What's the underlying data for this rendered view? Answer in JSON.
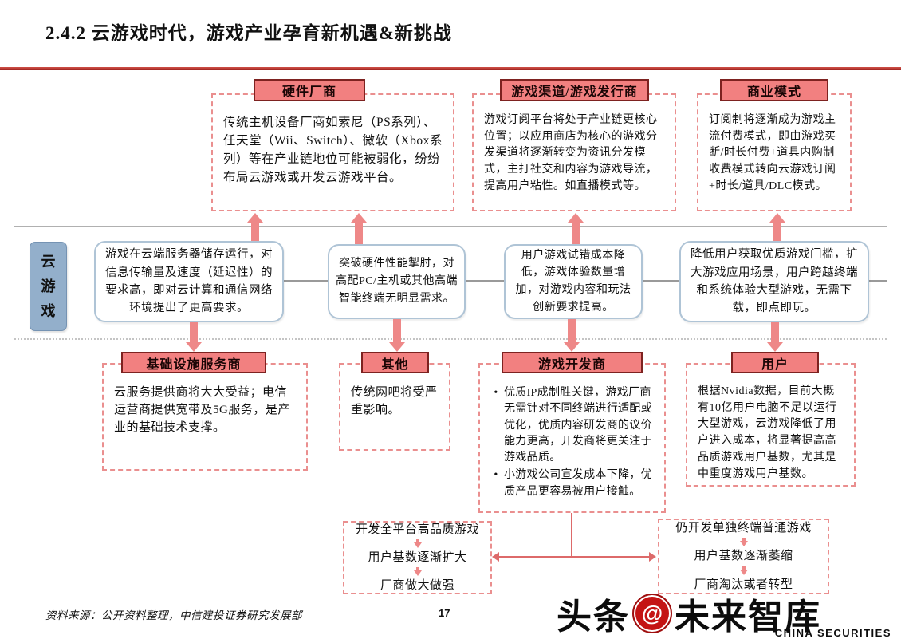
{
  "page": {
    "title": "2.4.2 云游戏时代，游戏产业孕育新机遇&新挑战",
    "page_number": "17",
    "source_note": "资料来源：公开资料整理，中信建投证券研究发展部"
  },
  "center_label": "云游戏",
  "bullet_glyph": "•",
  "top_groups": [
    {
      "header": "硬件厂商",
      "text": "传统主机设备厂商如索尼（PS系列）、任天堂（Wii、Switch）、微软（Xbox系列）等在产业链地位可能被弱化，纷纷布局云游戏或开发云游戏平台。"
    },
    {
      "header": "游戏渠道/游戏发行商",
      "text": "游戏订阅平台将处于产业链更核心位置；以应用商店为核心的游戏分发渠道将逐渐转变为资讯分发模式，主打社交和内容为游戏导流，提高用户粘性。如直播模式等。"
    },
    {
      "header": "商业模式",
      "text": "订阅制将逐渐成为游戏主流付费模式，即由游戏买断/时长付费+道具内购制收费模式转向云游戏订阅+时长/道具/DLC模式。"
    }
  ],
  "middle_boxes": [
    "游戏在云端服务器储存运行，对信息传输量及速度（延迟性）的要求高，即对云计算和通信网络环境提出了更高要求。",
    "突破硬件性能掣肘，对高配PC/主机或其他高端智能终端无明显需求。",
    "用户游戏试错成本降低，游戏体验数量增加，对游戏内容和玩法创新要求提高。",
    "降低用户获取优质游戏门槛，扩大游戏应用场景，用户跨越终端和系统体验大型游戏，无需下载，即点即玩。"
  ],
  "bottom_groups": [
    {
      "header": "基础设施服务商",
      "text": "云服务提供商将大大受益；电信运营商提供宽带及5G服务，是产业的基础技术支撑。"
    },
    {
      "header": "其他",
      "text": "传统网吧将受严重影响。"
    },
    {
      "header": "游戏开发商",
      "bullets": [
        "优质IP成制胜关键，游戏厂商无需针对不同终端进行适配或优化，优质内容研发商的议价能力更高，开发商将更关注于游戏品质。",
        "小游戏公司宣发成本下降，优质产品更容易被用户接触。"
      ]
    },
    {
      "header": "用户",
      "text": "根据Nvidia数据，目前大概有10亿用户电脑不足以运行大型游戏，云游戏降低了用户进入成本，将显著提高高品质游戏用户基数，尤其是中重度游戏用户基数。"
    }
  ],
  "outcomes": [
    {
      "lines": [
        "开发全平台高品质游戏",
        "用户基数逐渐扩大",
        "厂商做大做强"
      ]
    },
    {
      "lines": [
        "仍开发单独终端普通游戏",
        "用户基数逐渐萎缩",
        "厂商淘汰或者转型"
      ]
    }
  ],
  "watermark": {
    "prefix": "头条",
    "at_symbol": "@",
    "brand": "未来智库",
    "subtitle": "CHINA SECURITIES"
  },
  "colors": {
    "accent_red": "#C0392B",
    "salmon_fill": "#F28080",
    "pill_border": "#7D2220",
    "dashed_border": "#EA8F8F",
    "arrow_salmon": "#EE8888",
    "blue_label": "#93AFCB",
    "note_border": "#AFC4D6"
  }
}
